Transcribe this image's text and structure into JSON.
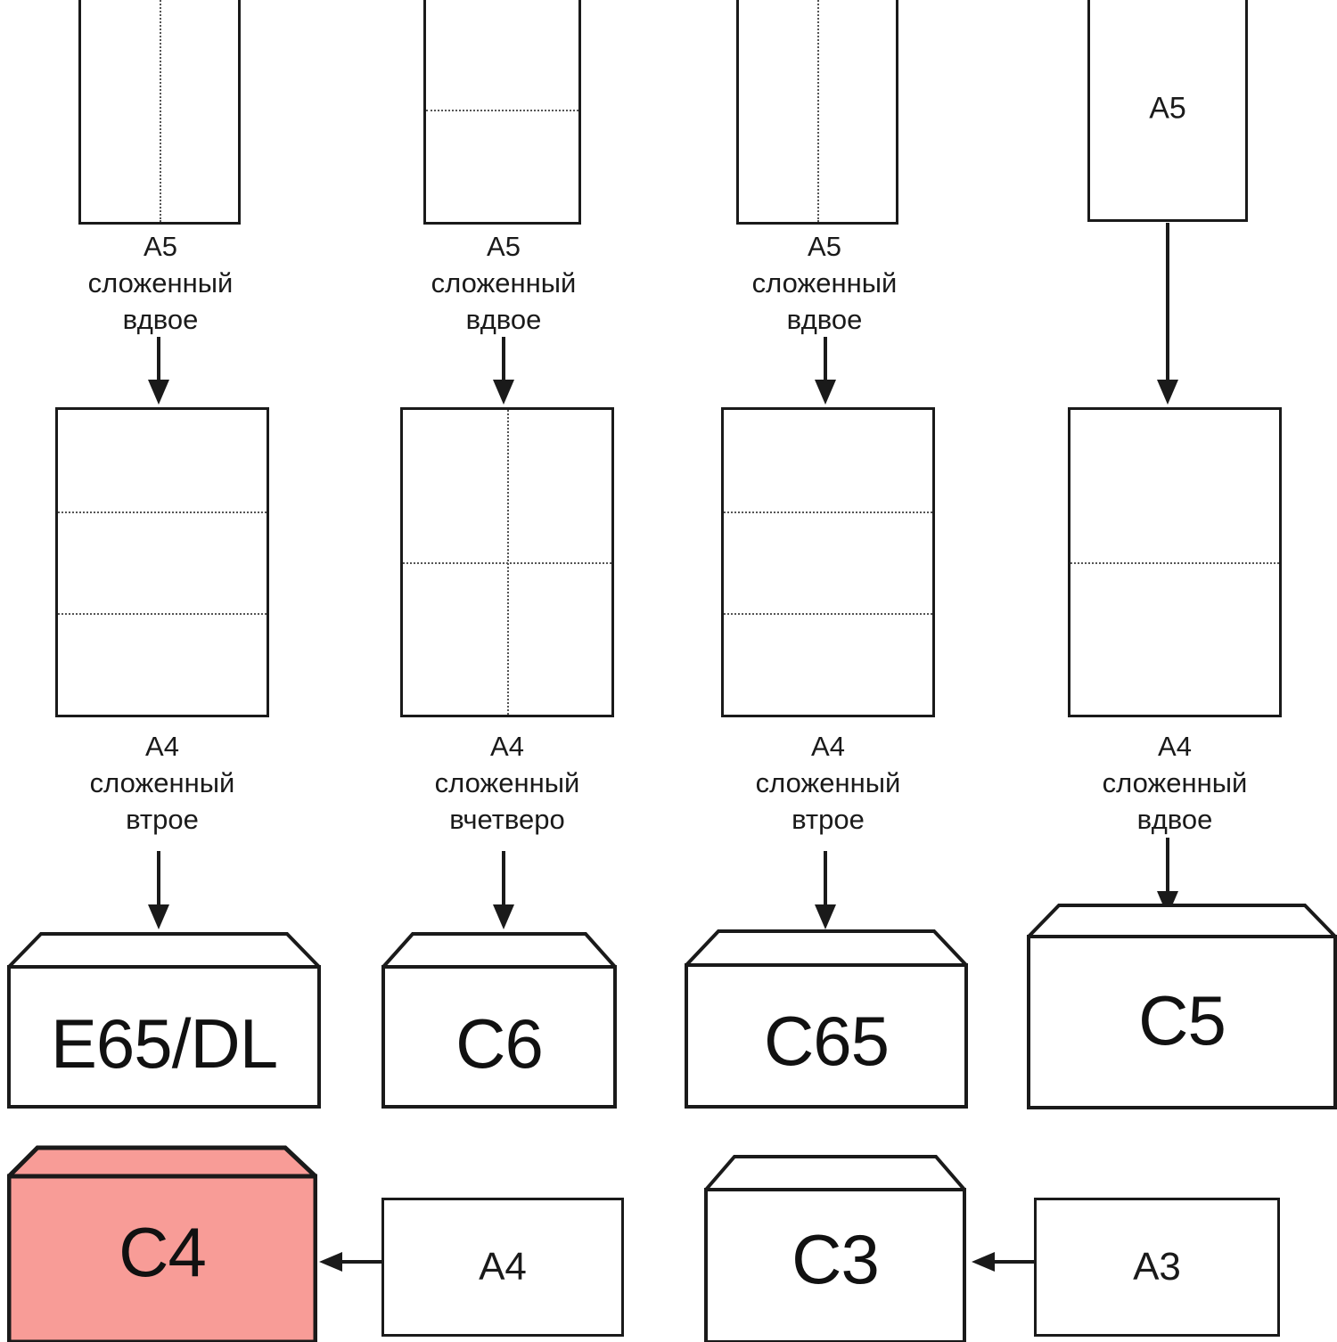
{
  "diagram": {
    "title": "Envelope and paper folding size chart",
    "language": "ru",
    "highlight_color": "#F89C97",
    "line_color": "#1a1a1a",
    "fold_line_color": "#555555"
  },
  "columns": [
    {
      "id": "col1",
      "top_sheet": {
        "label": "",
        "folds": [
          "vertical-center"
        ]
      },
      "top_caption": "A5\nсложенный\nвдвое",
      "mid_sheet": {
        "label": "",
        "folds": [
          "horizontal-third-1",
          "horizontal-third-2"
        ]
      },
      "mid_caption": "A4\nсложенный\nвтрое",
      "envelope": {
        "label": "E65/DL",
        "color": "#ffffff"
      }
    },
    {
      "id": "col2",
      "top_sheet": {
        "label": "",
        "folds": [
          "horizontal-center"
        ]
      },
      "top_caption": "A5\nсложенный\nвдвое",
      "mid_sheet": {
        "label": "",
        "folds": [
          "horizontal-center",
          "vertical-center"
        ]
      },
      "mid_caption": "A4\nсложенный\nвчетверо",
      "envelope": {
        "label": "C6",
        "color": "#ffffff"
      }
    },
    {
      "id": "col3",
      "top_sheet": {
        "label": "",
        "folds": [
          "vertical-center"
        ]
      },
      "top_caption": "A5\nсложенный\nвдвое",
      "mid_sheet": {
        "label": "",
        "folds": [
          "horizontal-third-1",
          "horizontal-third-2"
        ]
      },
      "mid_caption": "A4\nсложенный\nвтрое",
      "envelope": {
        "label": "C65",
        "color": "#ffffff"
      }
    },
    {
      "id": "col4",
      "top_sheet": {
        "label": "A5",
        "folds": []
      },
      "top_caption": "",
      "mid_sheet": {
        "label": "",
        "folds": [
          "horizontal-center"
        ]
      },
      "mid_caption": "A4\nсложенный\nвдвое",
      "envelope": {
        "label": "C5",
        "color": "#ffffff"
      }
    }
  ],
  "bottom_row": {
    "pair_left": {
      "envelope_label": "C4",
      "envelope_color": "#F89C97",
      "sheet_label": "A4"
    },
    "pair_right": {
      "envelope_label": "C3",
      "envelope_color": "#ffffff",
      "sheet_label": "A3"
    }
  }
}
